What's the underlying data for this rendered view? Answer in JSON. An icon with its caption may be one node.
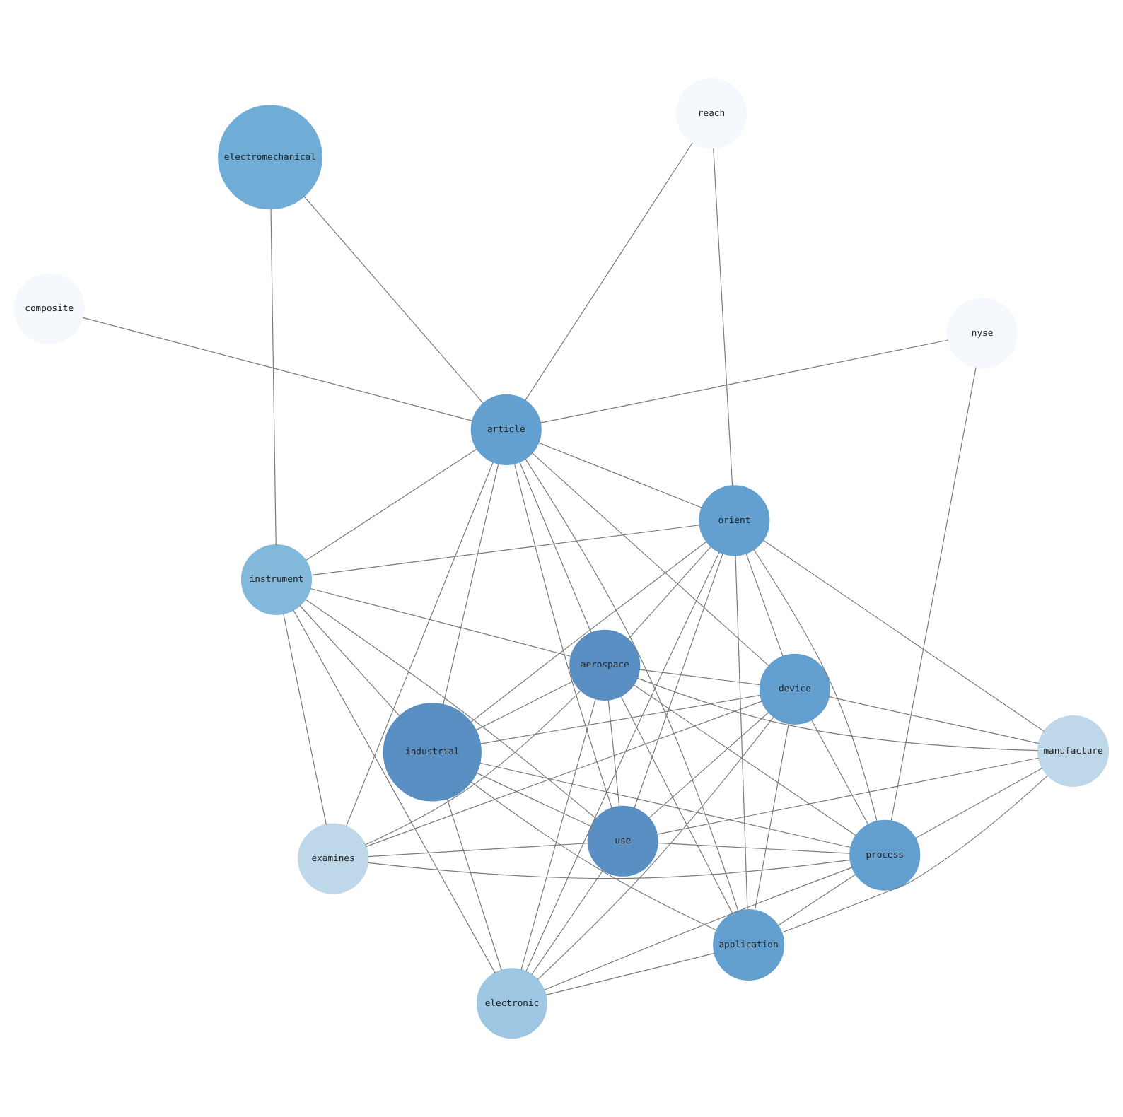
{
  "diagram": {
    "nodes": [
      {
        "text": [
          "composite"
        ]
      },
      {
        "text": [
          "nyse"
        ]
      },
      {
        "text": [
          "electronic"
        ]
      },
      {
        "text": [
          "electromechanical"
        ]
      },
      {
        "text": [
          "industrial"
        ]
      },
      {
        "text": [
          "article"
        ]
      },
      {
        "text": [
          "examines"
        ]
      },
      {
        "text": [
          "manufacture"
        ]
      },
      {
        "text": [
          "instrument"
        ]
      },
      {
        "text": [
          "use"
        ]
      },
      {
        "text": [
          "application"
        ]
      },
      {
        "text": [
          "orient"
        ]
      },
      {
        "text": [
          "reach"
        ]
      },
      {
        "text": [
          "device"
        ]
      },
      {
        "text": [
          "aerospace"
        ]
      },
      {
        "text": [
          "process"
        ]
      }
    ],
    "edges": [
      {
        "from": 0,
        "to": 5,
        "arrow": "none"
      },
      {
        "from": 1,
        "to": 5,
        "arrow": "none"
      },
      {
        "from": 1,
        "to": 15,
        "arrow": "none"
      },
      {
        "from": 2,
        "to": 4,
        "arrow": "none"
      },
      {
        "from": 2,
        "to": 9,
        "arrow": "none"
      },
      {
        "from": 2,
        "to": 13,
        "arrow": "none"
      },
      {
        "from": 2,
        "to": 11,
        "arrow": "none"
      },
      {
        "from": 2,
        "to": 10,
        "arrow": "none"
      },
      {
        "from": 2,
        "to": 15,
        "arrow": "none"
      },
      {
        "from": 2,
        "to": 14,
        "arrow": "none"
      },
      {
        "from": 2,
        "to": 8,
        "arrow": "none"
      },
      {
        "from": 5,
        "to": 3,
        "arrow": "none"
      },
      {
        "from": 5,
        "to": 4,
        "arrow": "none"
      },
      {
        "from": 5,
        "to": 6,
        "arrow": "none"
      },
      {
        "from": 5,
        "to": 9,
        "arrow": "none"
      },
      {
        "from": 5,
        "to": 14,
        "arrow": "none"
      },
      {
        "from": 5,
        "to": 10,
        "arrow": "none"
      },
      {
        "from": 5,
        "to": 13,
        "arrow": "none"
      },
      {
        "from": 5,
        "to": 11,
        "arrow": "none"
      },
      {
        "from": 5,
        "to": 12,
        "arrow": "none"
      },
      {
        "from": 5,
        "to": 8,
        "arrow": "none"
      },
      {
        "from": 4,
        "to": 9,
        "arrow": "none"
      },
      {
        "from": 4,
        "to": 13,
        "arrow": "none"
      },
      {
        "from": 4,
        "to": 11,
        "arrow": "none"
      },
      {
        "from": 4,
        "to": 10,
        "arrow": "none"
      },
      {
        "from": 4,
        "to": 15,
        "arrow": "none"
      },
      {
        "from": 4,
        "to": 14,
        "arrow": "none"
      },
      {
        "from": 4,
        "to": 8,
        "arrow": "none"
      },
      {
        "from": 7,
        "to": 9,
        "arrow": "none"
      },
      {
        "from": 7,
        "to": 13,
        "arrow": "none"
      },
      {
        "from": 7,
        "to": 11,
        "arrow": "none"
      },
      {
        "from": 7,
        "to": 10,
        "arrow": "none"
      },
      {
        "from": 7,
        "to": 15,
        "arrow": "none"
      },
      {
        "from": 7,
        "to": 14,
        "arrow": "none"
      },
      {
        "from": 6,
        "to": 9,
        "arrow": "none"
      },
      {
        "from": 6,
        "to": 13,
        "arrow": "none"
      },
      {
        "from": 6,
        "to": 15,
        "arrow": "none"
      },
      {
        "from": 6,
        "to": 14,
        "arrow": "none"
      },
      {
        "from": 6,
        "to": 8,
        "arrow": "none"
      },
      {
        "from": 8,
        "to": 9,
        "arrow": "none"
      },
      {
        "from": 8,
        "to": 11,
        "arrow": "none"
      },
      {
        "from": 8,
        "to": 14,
        "arrow": "none"
      },
      {
        "from": 8,
        "to": 3,
        "arrow": "none"
      },
      {
        "from": 9,
        "to": 13,
        "arrow": "none"
      },
      {
        "from": 9,
        "to": 15,
        "arrow": "none"
      },
      {
        "from": 9,
        "to": 14,
        "arrow": "none"
      },
      {
        "from": 9,
        "to": 11,
        "arrow": "none"
      },
      {
        "from": 10,
        "to": 11,
        "arrow": "none"
      },
      {
        "from": 10,
        "to": 13,
        "arrow": "none"
      },
      {
        "from": 10,
        "to": 15,
        "arrow": "none"
      },
      {
        "from": 10,
        "to": 14,
        "arrow": "none"
      },
      {
        "from": 11,
        "to": 12,
        "arrow": "none"
      },
      {
        "from": 11,
        "to": 13,
        "arrow": "none"
      },
      {
        "from": 11,
        "to": 14,
        "arrow": "none"
      },
      {
        "from": 11,
        "to": 15,
        "arrow": "none"
      },
      {
        "from": 13,
        "to": 15,
        "arrow": "none"
      },
      {
        "from": 13,
        "to": 14,
        "arrow": "none"
      },
      {
        "from": 14,
        "to": 15,
        "arrow": "none"
      }
    ]
  }
}
